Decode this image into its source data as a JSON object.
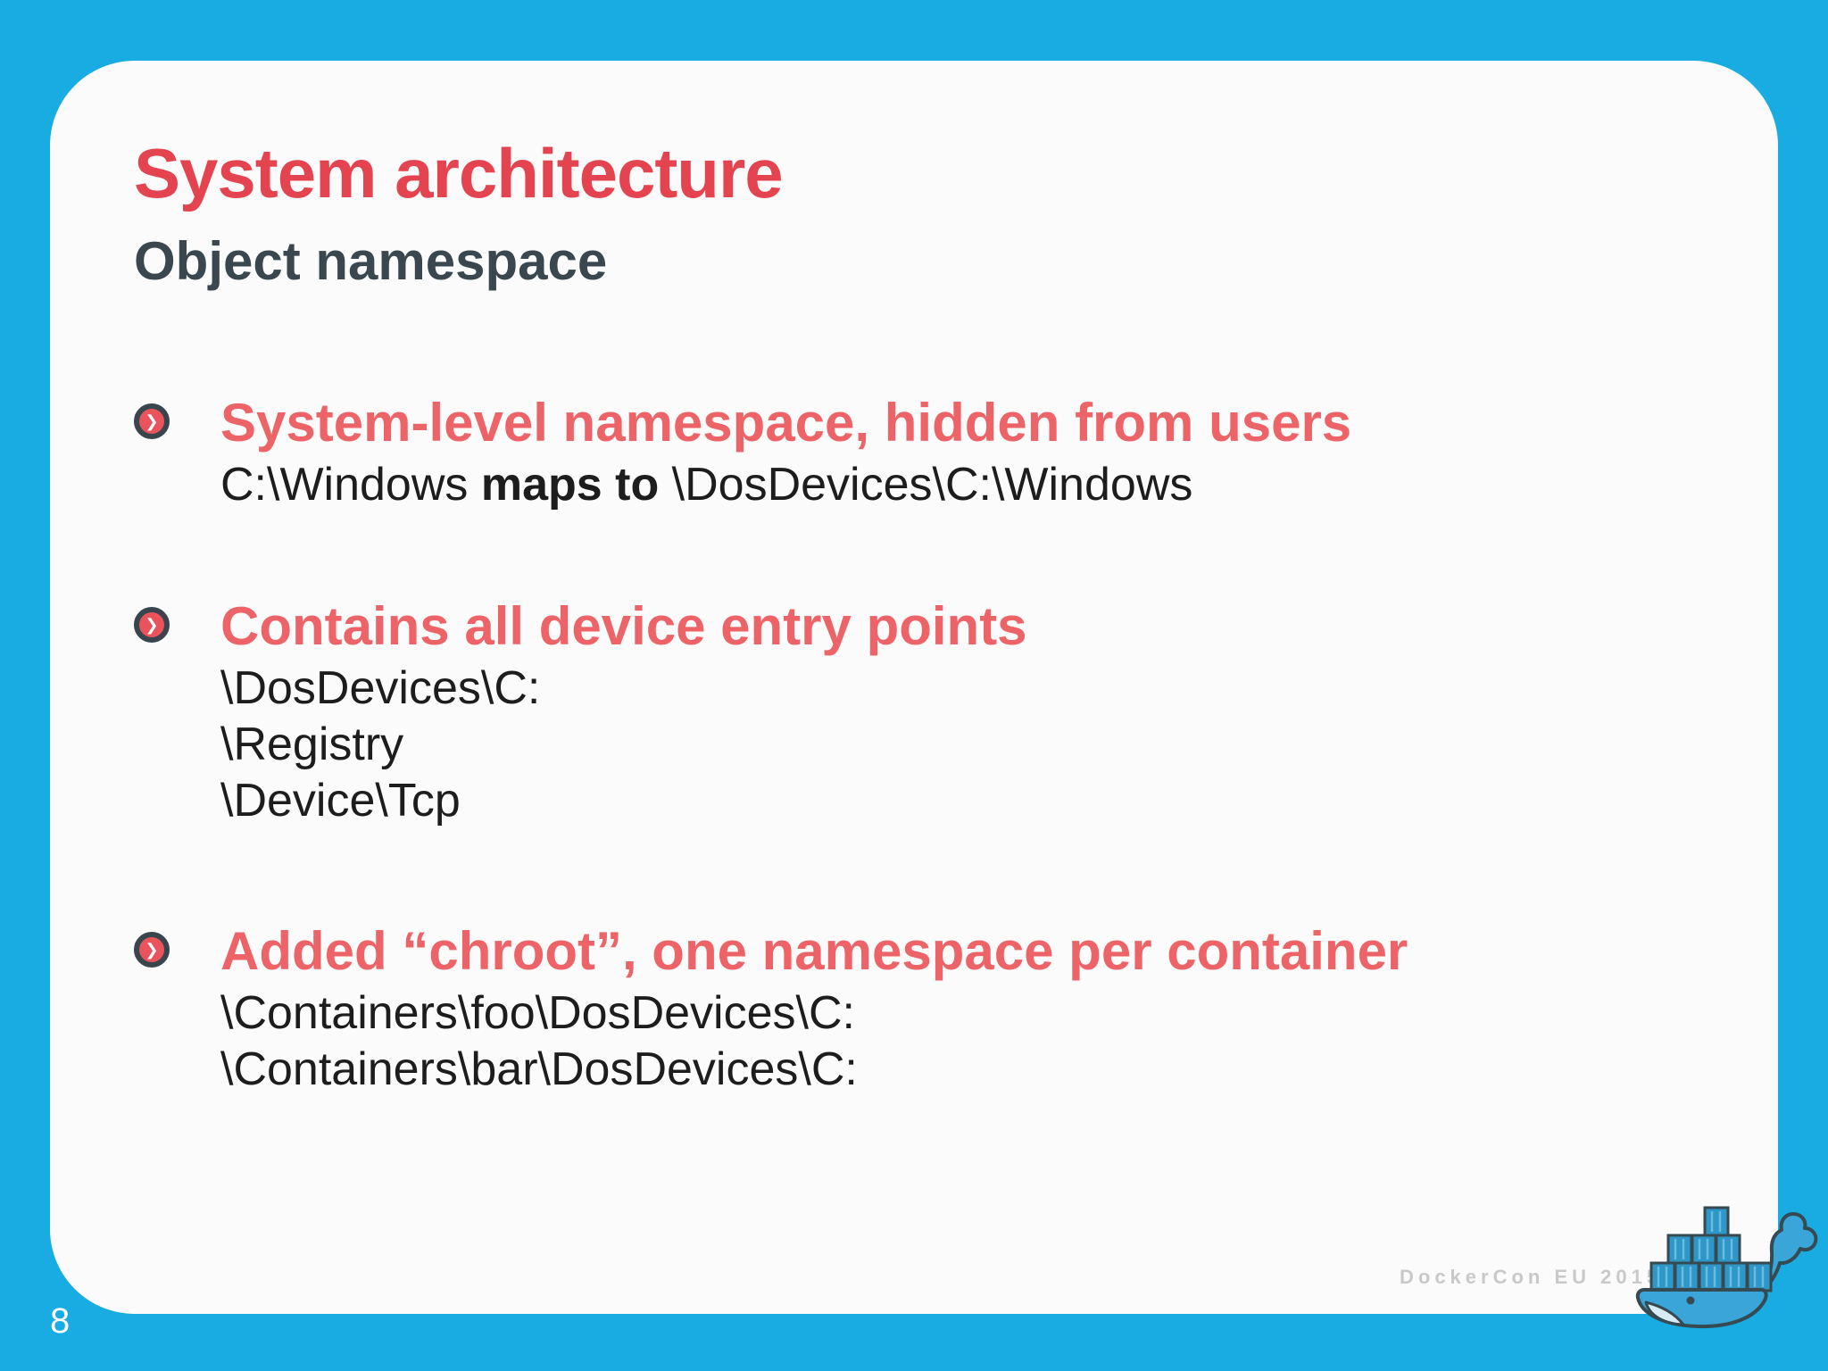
{
  "slide": {
    "title": "System architecture",
    "subtitle": "Object namespace",
    "page_number": "8",
    "footer_brand": "DockerCon EU 2015",
    "bullet_icon_glyph": "❯",
    "bullets": [
      {
        "heading": "System-level namespace, hidden from users",
        "lines": [
          [
            {
              "text": "C:\\Windows ",
              "bold": false
            },
            {
              "text": "maps to",
              "bold": true
            },
            {
              "text": " \\DosDevices\\C:\\Windows",
              "bold": false
            }
          ]
        ]
      },
      {
        "heading": "Contains all device entry points",
        "lines": [
          [
            {
              "text": "\\DosDevices\\C:",
              "bold": false
            }
          ],
          [
            {
              "text": "\\Registry",
              "bold": false
            }
          ],
          [
            {
              "text": "\\Device\\Tcp",
              "bold": false
            }
          ]
        ]
      },
      {
        "heading": "Added “chroot”, one namespace per container",
        "lines": [
          [
            {
              "text": "\\Containers\\foo\\DosDevices\\C:",
              "bold": false
            }
          ],
          [
            {
              "text": "\\Containers\\bar\\DosDevices\\C:",
              "bold": false
            }
          ]
        ]
      }
    ],
    "logo_icon": "docker-whale-logo",
    "colors": {
      "background_blue": "#18ACE3",
      "card_white": "#FBFBFB",
      "title_red": "#E4444F",
      "heading_coral": "#ED6468",
      "subtitle_slate": "#3A474E",
      "body_black": "#1D1D1D",
      "footer_gray": "#C9C9C9",
      "page_number_white": "#FFFFFF",
      "bullet_icon_red": "#E9535B",
      "bullet_icon_ring": "#39444C",
      "whale_blue": "#3AA5D8",
      "container_blue": "#2F97C8",
      "container_stripe": "#65BCE0",
      "whale_outline": "#364A52",
      "whale_belly": "#D8ECF5"
    }
  }
}
